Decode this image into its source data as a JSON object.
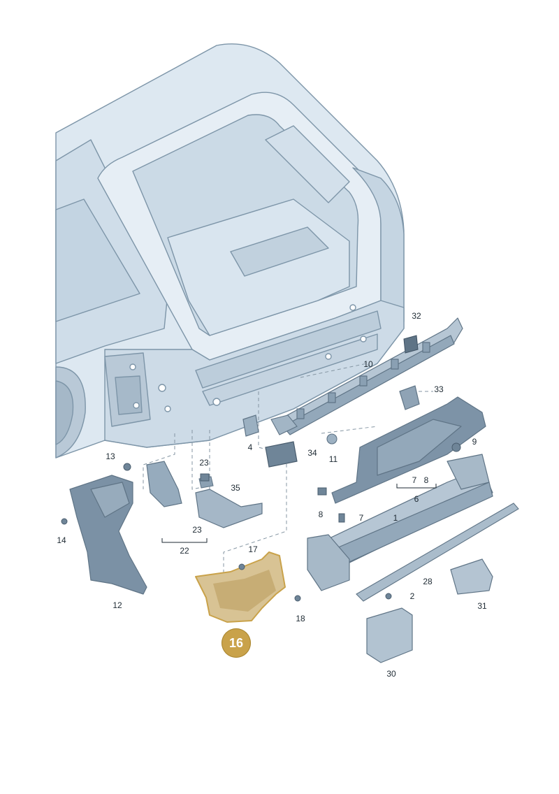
{
  "colors": {
    "body_fill": "#dde8f1",
    "body_stroke": "#7d95a8",
    "part_fill": "#b6c6d4",
    "part_dark": "#5f7486",
    "highlight_fill": "#d8c394",
    "highlight_stroke": "#c9a24a",
    "leader": "#8596a3"
  },
  "labels": {
    "l1": "1",
    "l2": "2",
    "l4": "4",
    "l7": "7",
    "l7b": "7",
    "l8": "8",
    "l8b": "8",
    "l6": "6",
    "l9": "9",
    "l10": "10",
    "l11": "11",
    "l12": "12",
    "l13": "13",
    "l14": "14",
    "l17": "17",
    "l18": "18",
    "l22": "22",
    "l23a": "23",
    "l23b": "23",
    "l28": "28",
    "l30": "30",
    "l31": "31",
    "l32": "32",
    "l33": "33",
    "l34": "34",
    "l35": "35"
  },
  "highlight_badge": "16"
}
